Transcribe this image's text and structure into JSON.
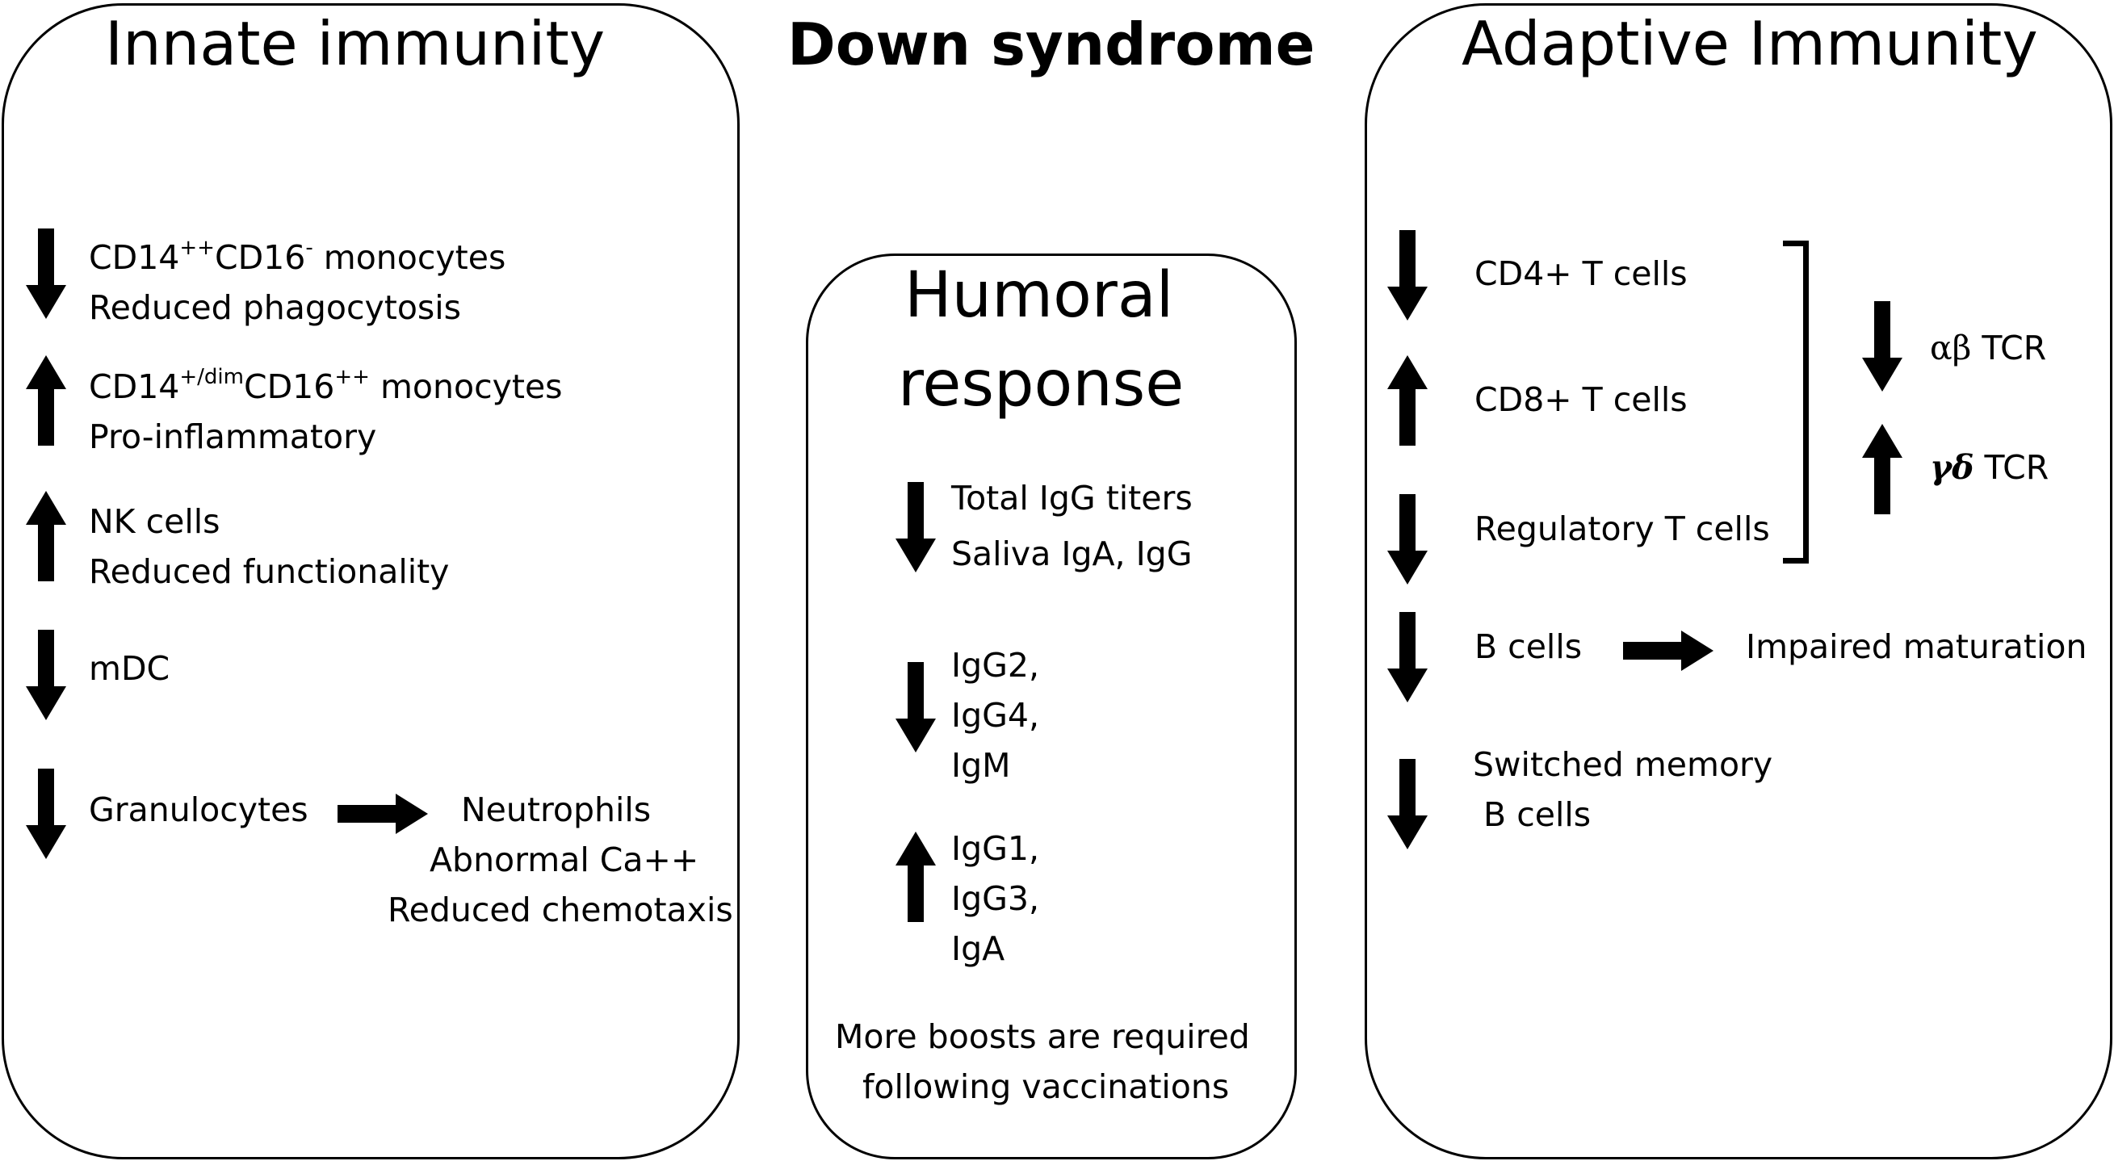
{
  "title": "Down syndrome",
  "innate": {
    "title": "Innate immunity",
    "items": [
      {
        "direction": "down",
        "base1": "CD14",
        "sup1": "++",
        "base2": "CD16",
        "sup2": "-",
        "rest": " monocytes",
        "line2": "Reduced phagocytosis"
      },
      {
        "direction": "up",
        "base1": "CD14",
        "sup1": "+/dim",
        "base2": "CD16",
        "sup2": "++",
        "rest": " monocytes",
        "line2": "Pro-inflammatory"
      },
      {
        "direction": "up",
        "line1": "NK cells",
        "line2": "Reduced functionality"
      },
      {
        "direction": "down",
        "line1": "mDC"
      },
      {
        "direction": "down",
        "line1": "Granulocytes",
        "outcomes": [
          "Neutrophils",
          "Abnormal Ca++",
          "Reduced chemotaxis"
        ]
      }
    ]
  },
  "humoral": {
    "title_line1": "Humoral",
    "title_line2": "response",
    "groups": [
      {
        "direction": "down",
        "lines": [
          "Total IgG titers",
          "Saliva IgA, IgG"
        ]
      },
      {
        "direction": "down",
        "lines": [
          "IgG2,",
          "IgG4,",
          "IgM"
        ]
      },
      {
        "direction": "up",
        "lines": [
          "IgG1,",
          "IgG3,",
          "IgA"
        ]
      }
    ],
    "note_line1": "More boosts are required",
    "note_line2": "following vaccinations"
  },
  "adaptive": {
    "title": "Adaptive Immunity",
    "tcells": [
      {
        "direction": "down",
        "label": "CD4+ T cells"
      },
      {
        "direction": "up",
        "label": "CD8+ T cells"
      },
      {
        "direction": "down",
        "label": "Regulatory T cells"
      }
    ],
    "tcr": [
      {
        "direction": "down",
        "greek": "αβ",
        "label": " TCR"
      },
      {
        "direction": "up",
        "greek": "γδ",
        "label": " TCR"
      }
    ],
    "bcells": {
      "direction": "down",
      "label": "B cells",
      "outcome": "Impaired maturation"
    },
    "memory": {
      "direction": "down",
      "line1": "Switched memory",
      "line2": " B cells"
    }
  }
}
